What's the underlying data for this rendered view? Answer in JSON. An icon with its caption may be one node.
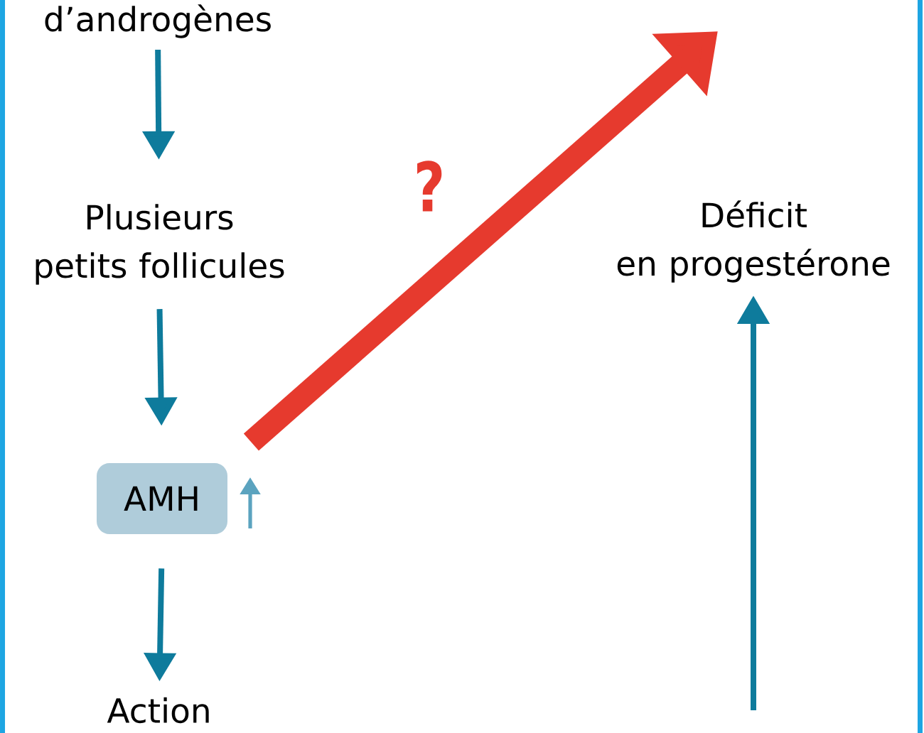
{
  "diagram": {
    "nodes": [
      {
        "text": [
          "d’androgènes"
        ]
      },
      {
        "text": [
          "Plusieurs petits follicules"
        ]
      },
      {
        "text": [
          "AMH"
        ]
      },
      {
        "text": [
          "Action"
        ]
      },
      {
        "text": [
          "Déficit en progestérone"
        ]
      }
    ],
    "edges": [
      {
        "from": 0,
        "to": 1,
        "arrow": "to"
      },
      {
        "from": 1,
        "to": 2,
        "arrow": "to"
      },
      {
        "from": 2,
        "to": 3,
        "arrow": "to"
      },
      {
        "from": 2,
        "to": null,
        "arrow": "to",
        "label": "?",
        "style": "thick",
        "color": "#e63a2e"
      },
      {
        "from": null,
        "to": 4,
        "arrow": "to"
      }
    ]
  }
}
